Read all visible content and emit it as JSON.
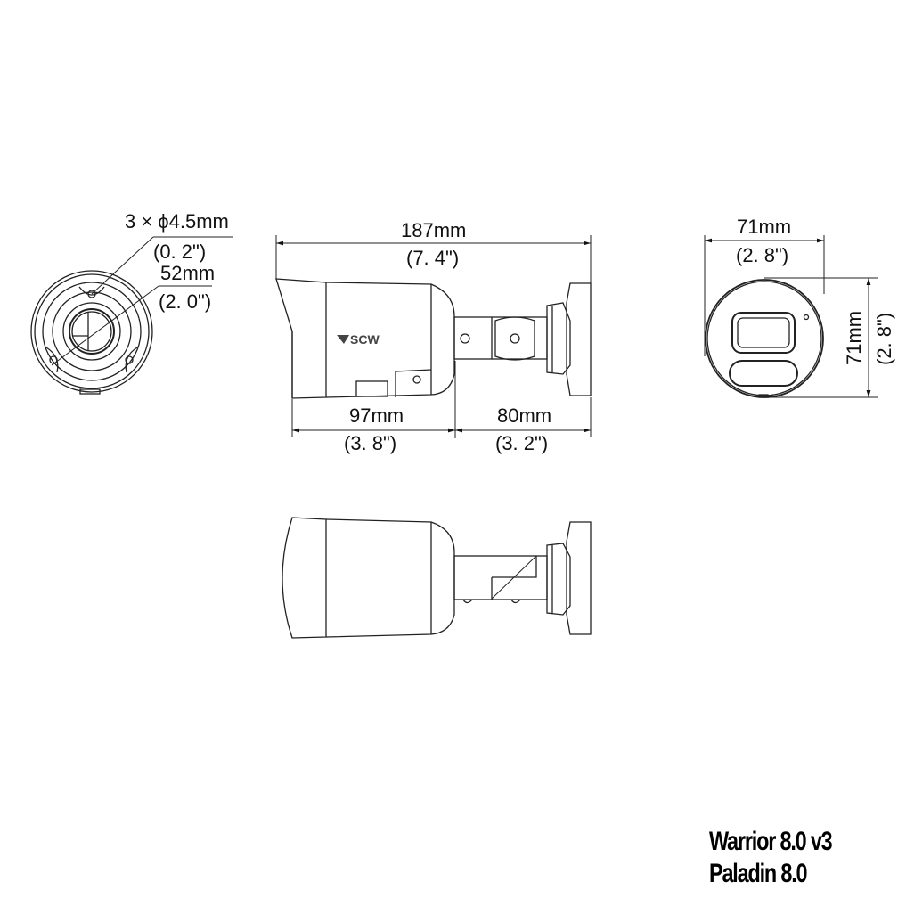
{
  "diagram": {
    "title": "Bullet camera dimensional drawing",
    "views": {
      "mount_base": {
        "hole_label": "3 × ϕ4.5mm",
        "hole_label_in": "(0. 2\")",
        "pcd_label": "52mm",
        "pcd_label_in": "(2. 0\")"
      },
      "side_view": {
        "overall_length": "187mm",
        "overall_length_in": "(7. 4\")",
        "body_length": "97mm",
        "body_length_in": "(3. 8\")",
        "bracket_length": "80mm",
        "bracket_length_in": "(3. 2\")",
        "brand_logo": "SCW"
      },
      "front_view": {
        "width": "71mm",
        "width_in": "(2. 8\")",
        "height": "71mm",
        "height_in": "(2. 8\")"
      },
      "bottom_view": {}
    },
    "models": [
      "Warrior 8.0 v3",
      "Paladin 8.0"
    ]
  }
}
